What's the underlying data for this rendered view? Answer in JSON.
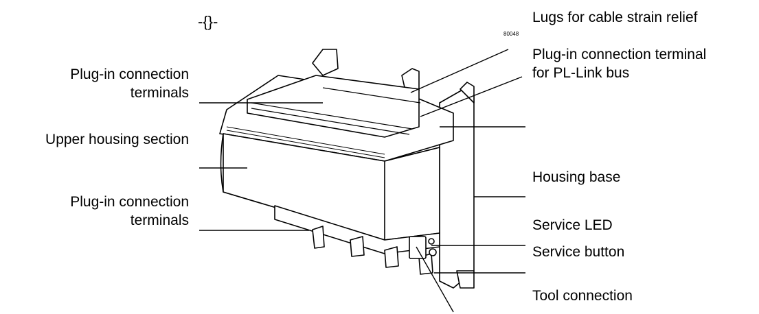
{
  "header_symbol": "-{}-",
  "figure_id": "80048",
  "labels": {
    "lugs_strain_relief": "Lugs for cable strain relief",
    "plugin_terminal_pl_line1": "Plug-in connection terminal",
    "plugin_terminal_pl_line2": "for PL-Link bus",
    "plugin_terminals_top_line1": "Plug-in connection",
    "plugin_terminals_top_line2": "terminals",
    "upper_housing": "Upper housing section",
    "housing_base": "Housing base",
    "plugin_terminals_bottom_line1": "Plug-in connection",
    "plugin_terminals_bottom_line2": "terminals",
    "service_led": "Service LED",
    "service_button": "Service button",
    "tool_connection": "Tool connection"
  }
}
